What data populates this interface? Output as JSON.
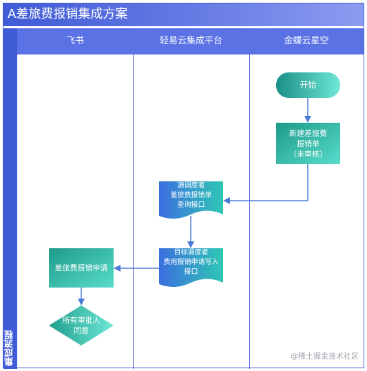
{
  "title": "A差旅费报销集成方案",
  "side_label": "集成流程",
  "lanes": [
    "飞书",
    "轻易云集成平台",
    "金蝶云星空"
  ],
  "nodes": {
    "start": "开始",
    "new_bill": [
      "新建差旅费",
      "报销单",
      "（未审核）"
    ],
    "source": [
      "源调度者",
      "差旅费报销单",
      "查询接口"
    ],
    "target": [
      "目标调度者",
      "费用报销申请写入",
      "接口"
    ],
    "apply": "差旅费报销申请",
    "approve": [
      "所有审批人",
      "同意"
    ]
  },
  "watermark": "@稀土掘金技术社区",
  "colors": {
    "frame": "#4a5ed0",
    "header": "#5b72e4",
    "arrow": "#4a78d6",
    "node_dark": "#1f9e8c",
    "node_light": "#5ee0cf"
  }
}
